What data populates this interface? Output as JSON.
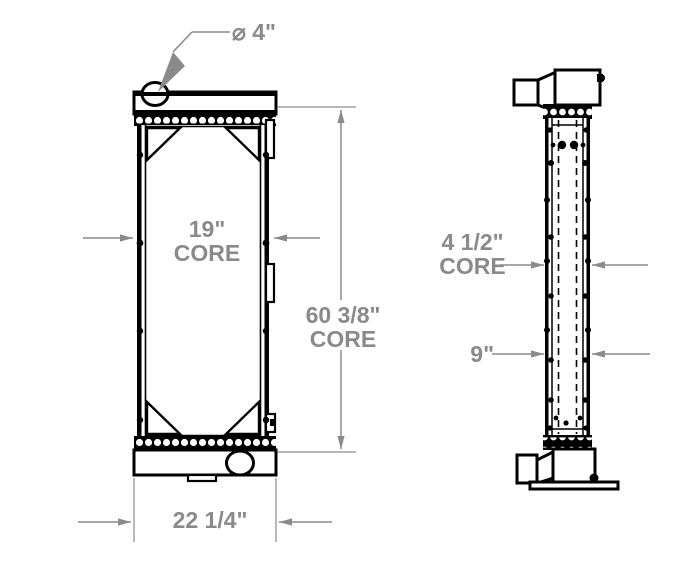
{
  "drawing": {
    "title": "Radiator assembly engineering drawing",
    "type": "two-view orthographic technical drawing",
    "background_color": "#ffffff",
    "line_color": "#000000",
    "dimension_color": "#8a8a8a",
    "views": [
      {
        "name": "front-view",
        "description": "Front elevation of radiator showing core, top tank with inlet, bottom tank with outlet, side mounting brackets and corner gussets"
      },
      {
        "name": "side-view",
        "description": "Right side elevation showing core thickness, top inlet tube fitting, bottom outlet tube fitting and mounting base"
      }
    ],
    "dimensions": {
      "inlet_diameter": {
        "symbol": "⌀",
        "value": "4\"",
        "full_text": "⌀ 4\"",
        "callout_type": "leader-arrow"
      },
      "core_width": {
        "line1": "19\"",
        "line2": "CORE",
        "full_text": "19\" CORE"
      },
      "core_height": {
        "line1": "60 3/8\"",
        "line2": "CORE",
        "full_text": "60 3/8\" CORE"
      },
      "overall_width": {
        "line1": "22 1/4\"",
        "full_text": "22 1/4\""
      },
      "core_thickness": {
        "line1": "4 1/2\"",
        "line2": "CORE",
        "full_text": "4 1/2\" CORE"
      },
      "overall_depth": {
        "line1": "9\"",
        "full_text": "9\""
      }
    }
  }
}
